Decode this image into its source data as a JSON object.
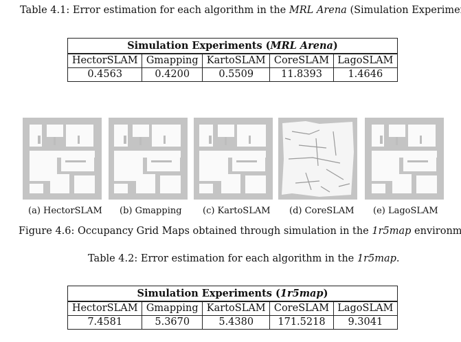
{
  "table1": {
    "caption_prefix": "Table 4.1: Error estimation for each algorithm in the ",
    "caption_italic": "MRL Arena",
    "caption_suffix": " (Simulation Experiments).",
    "title_prefix": "Simulation Experiments (",
    "title_italic": "MRL Arena",
    "title_suffix": ")",
    "headers": [
      "HectorSLAM",
      "Gmapping",
      "KartoSLAM",
      "CoreSLAM",
      "LagoSLAM"
    ],
    "values": [
      "0.4563",
      "0.4200",
      "0.5509",
      "11.8393",
      "1.4646"
    ]
  },
  "figure": {
    "subcaptions": [
      "(a) HectorSLAM",
      "(b) Gmapping",
      "(c) KartoSLAM",
      "(d) CoreSLAM",
      "(e) LagoSLAM"
    ],
    "caption_prefix": "Figure 4.6: Occupancy Grid Maps obtained through simulation in the ",
    "caption_italic": "1r5map",
    "caption_suffix": " environment."
  },
  "table2": {
    "caption_prefix": "Table 4.2: Error estimation for each algorithm in the ",
    "caption_italic": "1r5map",
    "caption_suffix": ".",
    "title_prefix": "Simulation Experiments (",
    "title_italic": "1r5map",
    "title_suffix": ")",
    "headers": [
      "HectorSLAM",
      "Gmapping",
      "KartoSLAM",
      "CoreSLAM",
      "LagoSLAM"
    ],
    "values": [
      "7.4581",
      "5.3670",
      "5.4380",
      "171.5218",
      "9.3041"
    ]
  }
}
